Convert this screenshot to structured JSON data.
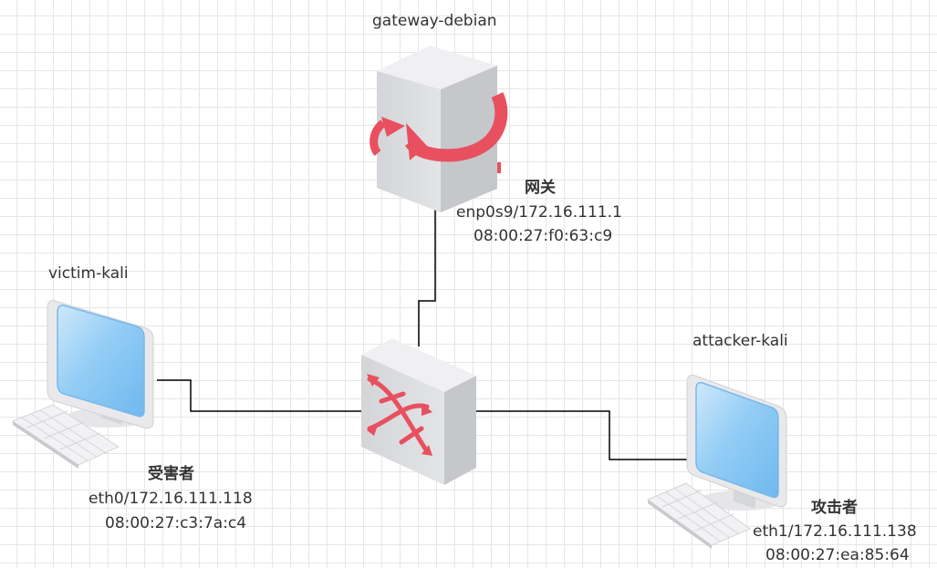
{
  "nodes": {
    "gateway": {
      "name": "gateway-debian",
      "role": "网关",
      "iface": "enp0s9/172.16.111.1",
      "mac": "08:00:27:f0:63:c9",
      "icon": "router-icon"
    },
    "victim": {
      "name": "victim-kali",
      "role": "受害者",
      "iface": "eth0/172.16.111.118",
      "mac": "08:00:27:c3:7a:c4",
      "icon": "computer-icon"
    },
    "attacker": {
      "name": "attacker-kali",
      "role": "攻击者",
      "iface": "eth1/172.16.111.138",
      "mac": "08:00:27:ea:85:64",
      "icon": "computer-icon"
    },
    "switch": {
      "icon": "switch-icon"
    }
  },
  "colors": {
    "accent_red": "#e8505f",
    "server_face_front": "#dcdde0",
    "screen_blue": "#8cc8f4",
    "link": "#000000"
  }
}
